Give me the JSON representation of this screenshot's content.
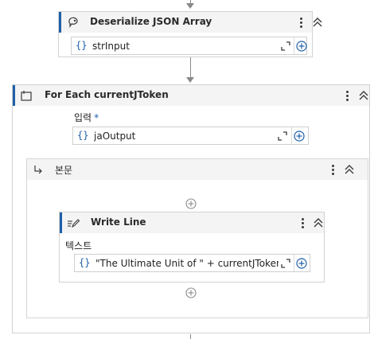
{
  "deserialize": {
    "title": "Deserialize JSON Array",
    "icon": "json-deserialize-icon",
    "input_braces": "{}",
    "input_value": "strInput"
  },
  "foreach": {
    "title": "For Each currentJToken",
    "icon": "foreach-loop-icon",
    "input_label": "입력",
    "required_mark": "*",
    "input_braces": "{}",
    "input_value": "jaOutput"
  },
  "body_container": {
    "title": "본문",
    "icon": "body-arrow-icon"
  },
  "writeline": {
    "title": "Write Line",
    "icon": "write-line-icon",
    "text_label": "텍스트",
    "input_braces": "{}",
    "input_value": "\"The Ultimate Unit of \" + currentJToken.S"
  },
  "colors": {
    "accent": "#1f5fa8",
    "connector": "#8a8a8a",
    "header_bg": "#f4f4f4",
    "border": "#d2d2d2"
  }
}
